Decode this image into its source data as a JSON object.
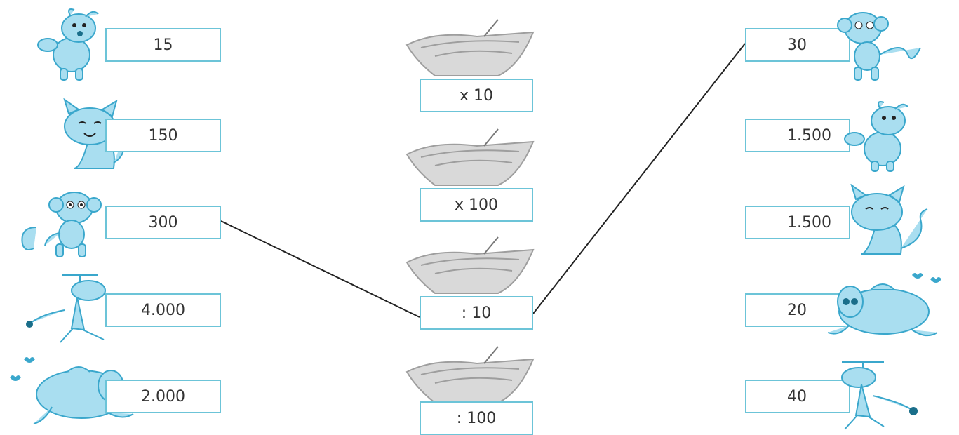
{
  "left_numbers": [
    "15",
    "150",
    "300",
    "4.000",
    "2.000"
  ],
  "operators": [
    "x 10",
    "x 100",
    ": 10",
    ": 100"
  ],
  "right_numbers": [
    "30",
    "1.500",
    "1.500",
    "20",
    "40"
  ],
  "left_animals": [
    "dog-icon",
    "cat-icon",
    "monkey-icon",
    "propeller-figure-icon",
    "flying-dog-icon"
  ],
  "right_animals": [
    "monkey-icon",
    "dog-icon",
    "cat-icon",
    "flying-dog-icon",
    "propeller-figure-icon"
  ],
  "colors": {
    "box_border": "#6cc4d8",
    "animal_fill": "#a9def0",
    "animal_stroke": "#3aa7cc",
    "boat": "#bdbdbd",
    "line": "#222222"
  }
}
